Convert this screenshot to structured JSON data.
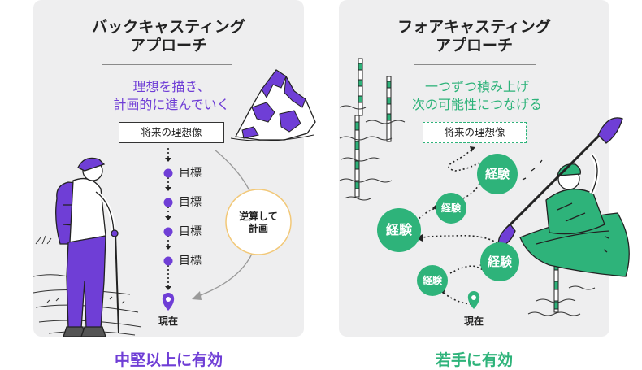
{
  "left": {
    "title_line1": "バックキャスティング",
    "title_line2": "アプローチ",
    "subtitle_line1": "理想を描き、",
    "subtitle_line2": "計画的に進んでいく",
    "future_box": "将来の理想像",
    "goals": [
      "目標",
      "目標",
      "目標",
      "目標"
    ],
    "backcast_line1": "逆算して",
    "backcast_line2": "計画",
    "present": "現在",
    "caption": "中堅以上に有効"
  },
  "right": {
    "title_line1": "フォアキャスティング",
    "title_line2": "アプローチ",
    "subtitle_line1": "一つずつ積み上げ",
    "subtitle_line2": "次の可能性につなげる",
    "future_box": "将来の理想像",
    "experiences": [
      "経験",
      "経験",
      "経験",
      "経験",
      "経験"
    ],
    "present": "現在",
    "caption": "若手に有効"
  },
  "colors": {
    "purple": "#6f3ed6",
    "green": "#2eb37a",
    "panel": "#eeeeef"
  }
}
